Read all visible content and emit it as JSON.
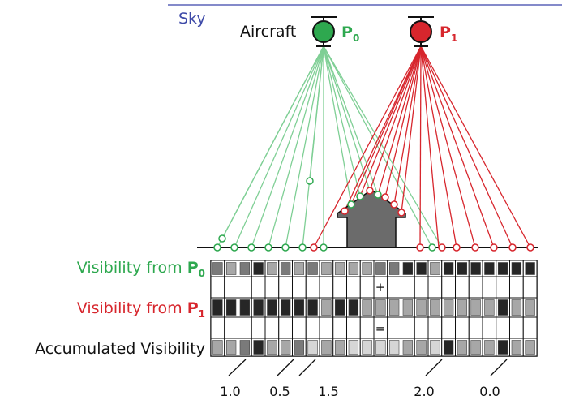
{
  "labels": {
    "sky": "Sky",
    "aircraft": "Aircraft",
    "p0_letter": "P",
    "p0_sub": "0",
    "p1_letter": "P",
    "p1_sub": "1",
    "vis_p0_prefix": "Visibility from ",
    "vis_p1_prefix": "Visibility from ",
    "plus": "+",
    "equals": "=",
    "accumulated": "Accumulated Visibility"
  },
  "colors": {
    "p0": "#2ea84f",
    "p0_light": "#7fcf95",
    "p1": "#d7262d",
    "sky_line": "#5b63b8",
    "sky_text": "#3e4aa8",
    "building": "#6b6b6b",
    "ink": "#111111"
  },
  "grid": {
    "p0_row": [
      3,
      2,
      3,
      4,
      2,
      3,
      2,
      3,
      2,
      2,
      2,
      2,
      3,
      3,
      4,
      4,
      2,
      4,
      4,
      4,
      4,
      4,
      4,
      4
    ],
    "p1_row": [
      4,
      4,
      4,
      4,
      4,
      4,
      4,
      4,
      2,
      4,
      4,
      2,
      2,
      2,
      2,
      2,
      2,
      2,
      2,
      2,
      2,
      4,
      2,
      2
    ],
    "acc_row": [
      2,
      2,
      3,
      4,
      2,
      2,
      3,
      1,
      2,
      2,
      1,
      1,
      1,
      1,
      2,
      2,
      1,
      4,
      2,
      2,
      2,
      4,
      2,
      2
    ]
  },
  "value_labels": [
    "1.0",
    "0.5",
    "1.5",
    "2.0",
    "0.0"
  ]
}
